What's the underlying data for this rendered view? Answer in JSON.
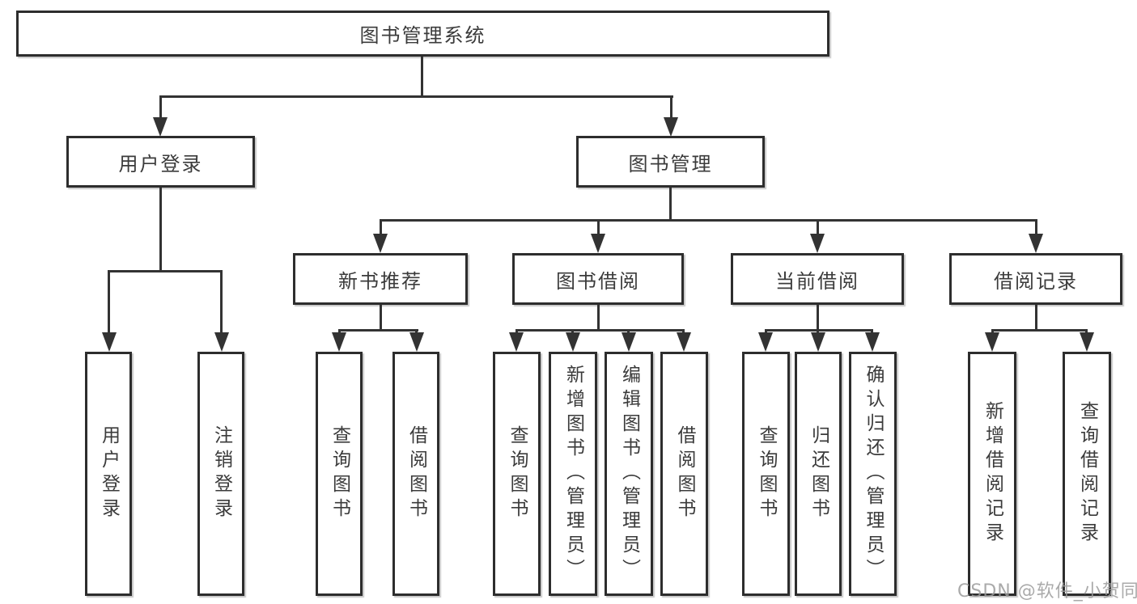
{
  "page": {
    "background": "#ffffff",
    "watermark": {
      "text": "CSDN @软件_小贺同学",
      "color": "#9c9c9c"
    }
  },
  "colors": {
    "line": "#333333",
    "box_border": "#2d2d2d",
    "text": "#3b3b3b"
  },
  "tree": {
    "label": "图书管理系统",
    "children": [
      {
        "label": "用户登录",
        "children": [
          {
            "label": "用户登录"
          },
          {
            "label": "注销登录"
          }
        ]
      },
      {
        "label": "图书管理",
        "children": [
          {
            "label": "新书推荐",
            "children": [
              {
                "label": "查询图书"
              },
              {
                "label": "借阅图书"
              }
            ]
          },
          {
            "label": "图书借阅",
            "children": [
              {
                "label": "查询图书"
              },
              {
                "label": "新增图书（管理员）"
              },
              {
                "label": "编辑图书（管理员）"
              },
              {
                "label": "借阅图书"
              }
            ]
          },
          {
            "label": "当前借阅",
            "children": [
              {
                "label": "查询图书"
              },
              {
                "label": "归还图书"
              },
              {
                "label": "确认归还（管理员）"
              }
            ]
          },
          {
            "label": "借阅记录",
            "children": [
              {
                "label": "新增借阅记录"
              },
              {
                "label": "查询借阅记录"
              }
            ]
          }
        ]
      }
    ]
  }
}
